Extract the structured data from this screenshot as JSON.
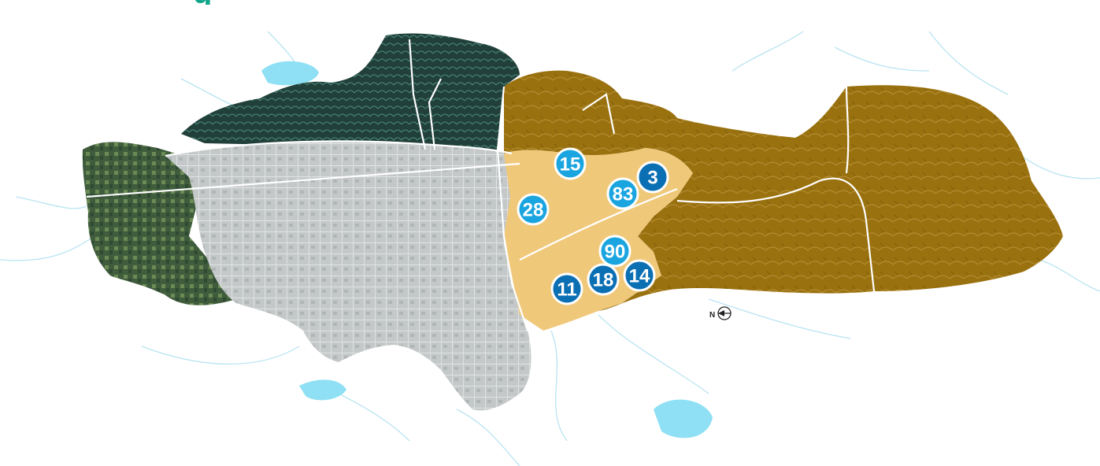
{
  "colors": {
    "water": "#8fe0f4",
    "river": "#b9e4f2",
    "urban": "#c7cbcb",
    "forest": "#1f3a33",
    "agri": "#3e5a3b",
    "rural": "#99700d",
    "periurban": "#f0c87a",
    "marker_light": "#1aa5e0",
    "marker_dark": "#0b6fb4",
    "title": "#12a58c"
  },
  "markers": [
    {
      "label": "15",
      "tone": "light"
    },
    {
      "label": "3",
      "tone": "dark"
    },
    {
      "label": "83",
      "tone": "light"
    },
    {
      "label": "28",
      "tone": "light"
    },
    {
      "label": "90",
      "tone": "light"
    },
    {
      "label": "14",
      "tone": "dark"
    },
    {
      "label": "18",
      "tone": "dark"
    },
    {
      "label": "11",
      "tone": "dark"
    }
  ],
  "north_arrow": {
    "label": "N"
  }
}
